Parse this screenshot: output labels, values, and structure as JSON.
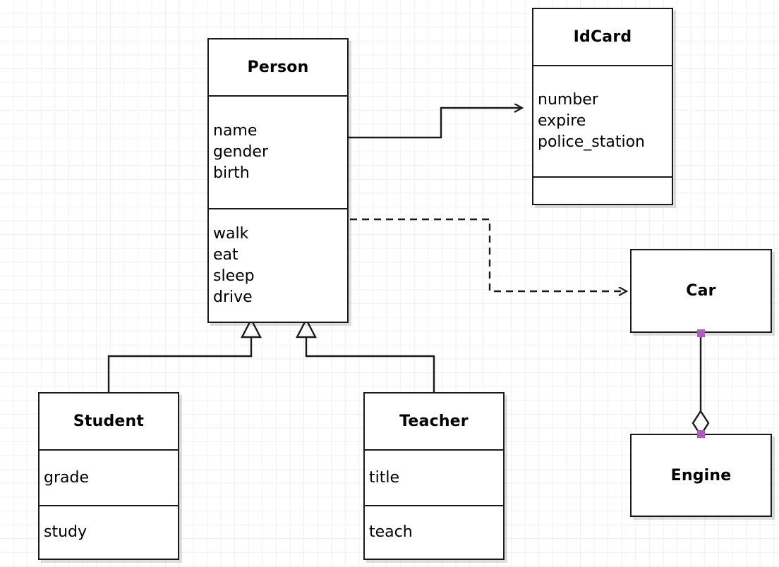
{
  "diagram": {
    "type": "uml-class-diagram",
    "background": "#ffffff",
    "grid_color": "#f0f0f0",
    "line_color": "#1a1a1a",
    "handle_color": "#aa5fba"
  },
  "classes": {
    "person": {
      "name": "Person",
      "attributes": [
        "name",
        "gender",
        "birth"
      ],
      "operations": [
        "walk",
        "eat",
        "sleep",
        "drive"
      ]
    },
    "idcard": {
      "name": "IdCard",
      "attributes": [
        "number",
        "expire",
        "police_station"
      ],
      "operations": []
    },
    "student": {
      "name": "Student",
      "attributes": [
        "grade"
      ],
      "operations": [
        "study"
      ]
    },
    "teacher": {
      "name": "Teacher",
      "attributes": [
        "title"
      ],
      "operations": [
        "teach"
      ]
    },
    "car": {
      "name": "Car"
    },
    "engine": {
      "name": "Engine"
    }
  },
  "relationships": [
    {
      "id": "person-idcard",
      "kind": "association",
      "style": "solid",
      "arrow": "open",
      "from": "Person",
      "to": "IdCard"
    },
    {
      "id": "person-car",
      "kind": "dependency",
      "style": "dashed",
      "arrow": "open",
      "from": "Person",
      "to": "Car"
    },
    {
      "id": "student-person",
      "kind": "generalization",
      "style": "solid",
      "arrow": "hollow-triangle",
      "from": "Student",
      "to": "Person"
    },
    {
      "id": "teacher-person",
      "kind": "generalization",
      "style": "solid",
      "arrow": "hollow-triangle",
      "from": "Teacher",
      "to": "Person"
    },
    {
      "id": "car-engine",
      "kind": "aggregation",
      "style": "solid",
      "arrow": "hollow-diamond",
      "from": "Car",
      "to": "Engine"
    }
  ]
}
